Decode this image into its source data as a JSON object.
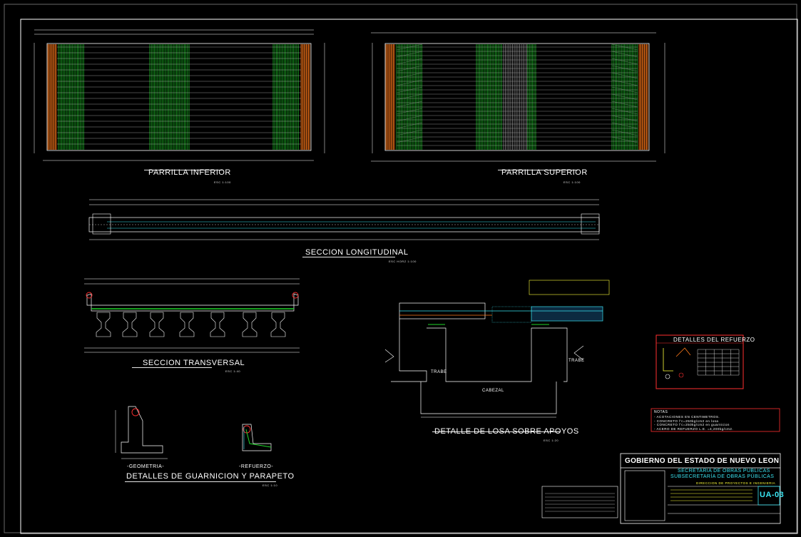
{
  "drawing": {
    "views": {
      "parrilla_inferior": {
        "title": "PARRILLA INFERIOR",
        "scale": "ESC 1:100"
      },
      "parrilla_superior": {
        "title": "PARRILLA SUPERIOR",
        "scale": "ESC 1:100"
      },
      "seccion_longitudinal": {
        "title": "SECCION LONGITUDINAL",
        "scale": "ESC HORZ 1:100"
      },
      "seccion_transversal": {
        "title": "SECCION TRANSVERSAL",
        "scale": "ESC 1:40"
      },
      "detalle_losa": {
        "title": "DETALLE DE LOSA SOBRE APOYOS",
        "scale": "ESC 1:20"
      },
      "guarnicion": {
        "title": "DETALLES DE GUARNICION Y PARAPETO",
        "scale": "ESC 1:10",
        "sub_geometria": "-GEOMETRIA-",
        "sub_refuerzo": "-REFUERZO-"
      }
    },
    "annotations": {
      "trabe_left": "TRABE",
      "trabe_right": "TRABE",
      "cabezal": "CABEZAL",
      "detalles_refuerzo": "DETALLES DEL REFUERZO",
      "notas_title": "NOTAS",
      "notas_lines": [
        "- ACOTACIONES EN CENTIMETROS.",
        "- CONCRETO f'c=250kg/cm2 en losa",
        "- CONCRETO f'c=250kg/cm2 en guarnicion",
        "- ACERO DE REFUERZO L.E. =4,200kg/cm2."
      ]
    }
  },
  "title_block": {
    "government": "GOBIERNO DEL ESTADO DE NUEVO LEON",
    "secretaria": "SECRETARÍA DE OBRAS PÚBLICAS",
    "subsecretaria": "SUBSECRETARÍA DE OBRAS PÚBLICAS",
    "direccion": "DIRECCION DE PROYECTOS E INGENIERIA",
    "sheet_code": "UA-03"
  },
  "colors": {
    "background": "#000000",
    "border": "#ffffff",
    "rebar_green": "#1fd62a",
    "rebar_orange": "#ff7a1a",
    "dimension_white": "#ffffff",
    "cyan": "#39e3f0",
    "yellow": "#ffff3a",
    "red": "#ff3030"
  }
}
